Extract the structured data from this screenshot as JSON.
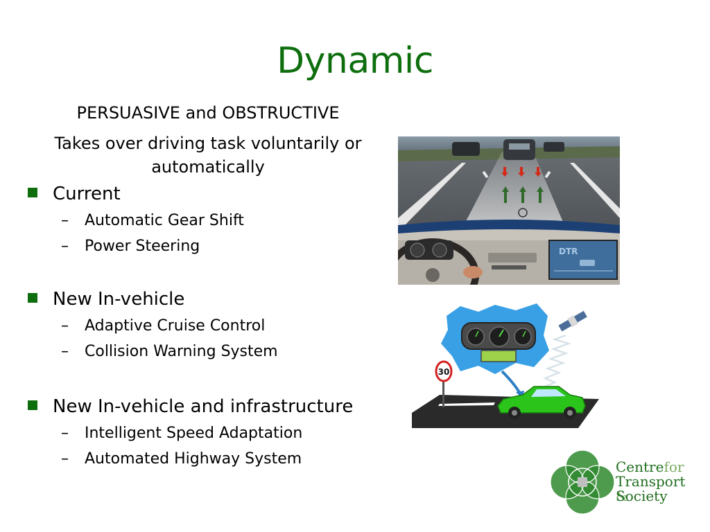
{
  "slide": {
    "title": "Dynamic",
    "subtitle_line1": "PERSUASIVE and OBSTRUCTIVE",
    "subtitle_line2a": "Takes over driving task voluntarily or",
    "subtitle_line2b": "automatically",
    "sections": [
      {
        "label": "Current",
        "items": [
          "Automatic Gear Shift",
          "Power Steering"
        ]
      },
      {
        "label": "New In-vehicle",
        "items": [
          "Adaptive Cruise Control",
          "Collision Warning System"
        ]
      },
      {
        "label": "New In-vehicle and infrastructure",
        "items": [
          "Intelligent Speed Adaptation",
          "Automated Highway System"
        ]
      }
    ],
    "dash_symbol": "–"
  },
  "photo": {
    "dashboard_display": "DTR"
  },
  "illustration": {
    "speed_sign": "30"
  },
  "logo": {
    "word1": "Centre",
    "word1b": "for",
    "word2": "Transport",
    "word2b": "&",
    "word3": "Society"
  },
  "colors": {
    "title_green": "#0e6e0e",
    "logo_green": "#1f6e1f",
    "car_green": "#2bc41a"
  }
}
